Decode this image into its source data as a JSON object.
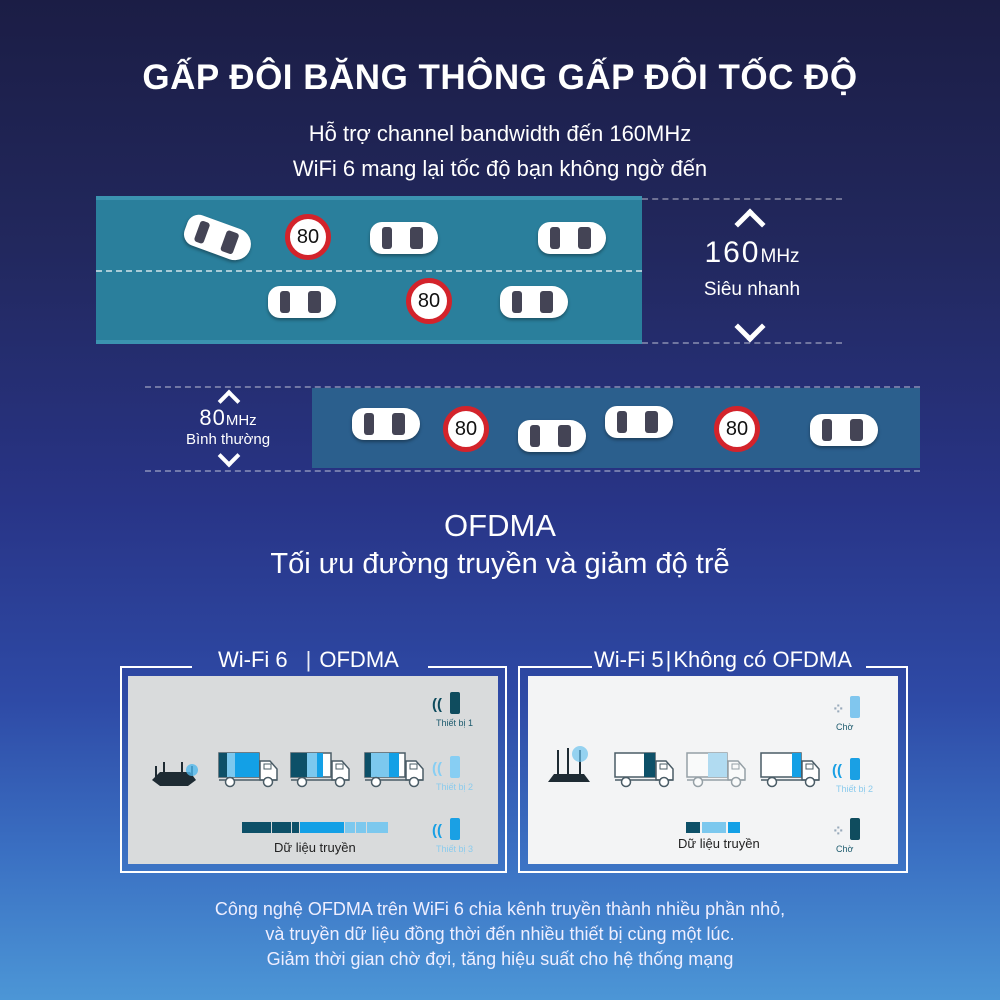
{
  "title": "GẤP ĐÔI BĂNG THÔNG GẤP ĐÔI TỐC ĐỘ",
  "subtitle": [
    "Hỗ trợ channel bandwidth đến 160MHz",
    "WiFi 6 mang lại tốc độ bạn không ngờ đến"
  ],
  "wide": {
    "value": "160",
    "unit": "MHz",
    "label": "Siêu nhanh"
  },
  "narrow": {
    "value": "80",
    "unit": "MHz",
    "label": "Bình thường"
  },
  "speed_sign": "80",
  "ofdma": {
    "title": "OFDMA",
    "subtitle": "Tối ưu đường truyền và giảm độ trễ"
  },
  "panel_left": {
    "header_a": "Wi-Fi 6",
    "header_b": "OFDMA",
    "devices": [
      "Thiết bị 1",
      "Thiết bị 2",
      "Thiết bị 3"
    ],
    "data_label": "Dữ liệu truyền"
  },
  "panel_right": {
    "header_a": "Wi-Fi 5",
    "header_b": "Không có OFDMA",
    "devices": [
      "Chờ",
      "Thiết bị 2",
      "Chờ"
    ],
    "data_label": "Dữ liệu truyền"
  },
  "colors": {
    "dark": "#0d5068",
    "light": "#7cc8ee",
    "mid": "#13a0e6"
  },
  "footer": [
    "Công nghệ OFDMA trên WiFi 6 chia kênh truyền thành nhiều phần nhỏ,",
    "và truyền dữ liệu đồng thời đến nhiều thiết bị cùng một lúc.",
    "Giảm thời gian chờ đợi, tăng hiệu suất cho hệ thống mạng"
  ]
}
